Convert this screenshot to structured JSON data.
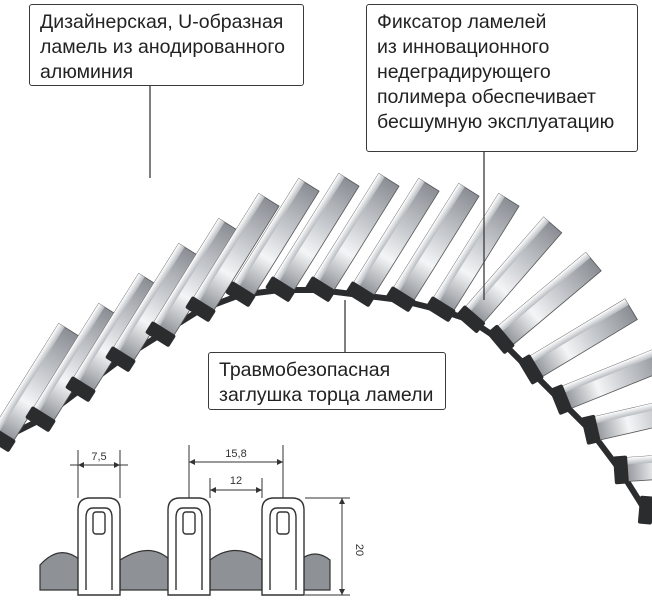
{
  "callouts": {
    "lamella": "Дизайнерская, U-образная\nламель из анодированного\nалюминия",
    "fixator": "Фиксатор ламелей\nиз инновационного\nнедеградирующего\nполимера обеспечивает\nбесшумную эксплуатацию",
    "end_cap": "Травмобезопасная\nзаглушка торца ламели"
  },
  "dimensions": {
    "width_profile": "7,5",
    "pitch": "15,8",
    "gap": "12",
    "height": "20"
  },
  "colors": {
    "aluminium_light": "#eef0f2",
    "aluminium_dark": "#8d9197",
    "polymer": "#2b2c2e",
    "line": "#3a3a3a"
  }
}
